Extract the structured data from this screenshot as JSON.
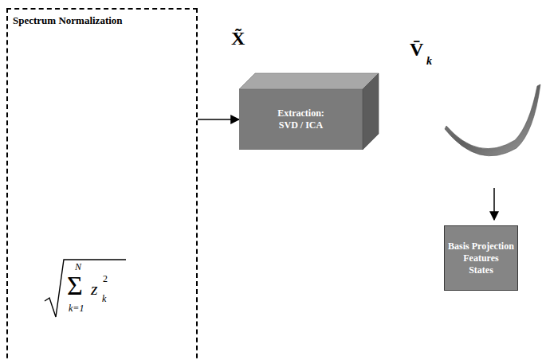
{
  "diagram": {
    "nodes": [
      {
        "text": [
          "Spectrum Normalization"
        ]
      },
      {
        "text": [
          "Extraction: SVD / ICA"
        ]
      },
      {
        "text": [
          "Basis Projection Features",
          "States"
        ]
      }
    ],
    "edges": [
      {
        "from": 0,
        "to": 1,
        "arrow": "to"
      }
    ],
    "labels": [
      "X̃",
      "V̄",
      "k",
      "Σ",
      "N",
      "k=1",
      "z",
      "k",
      "2"
    ]
  }
}
